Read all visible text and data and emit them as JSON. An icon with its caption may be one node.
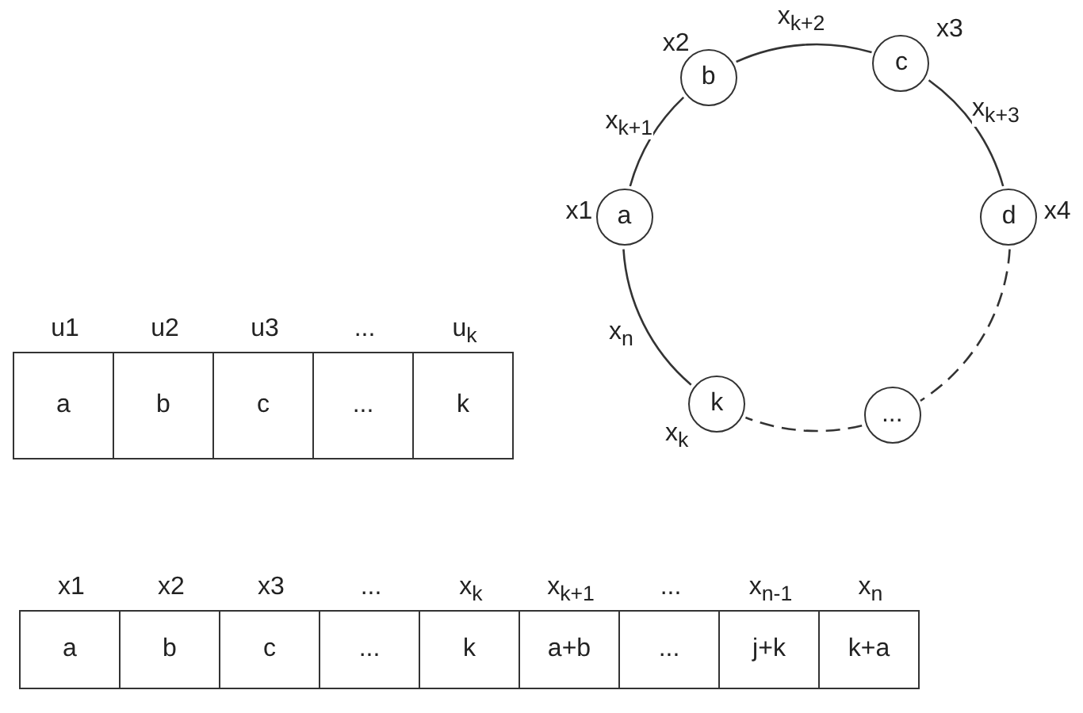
{
  "diagram": {
    "nodes": [
      {
        "text": [
          "b"
        ],
        "beside": [
          "x2"
        ]
      },
      {
        "text": [
          "c"
        ],
        "beside": [
          "x3"
        ]
      },
      {
        "text": [
          "a"
        ],
        "beside": [
          "x1"
        ]
      },
      {
        "text": [
          "d"
        ],
        "beside": [
          "x4"
        ]
      },
      {
        "text": [
          "..."
        ]
      },
      {
        "text": [
          "k"
        ],
        "beside": [
          "x$_{k}$"
        ]
      },
      {
        "text": [
          "a"
        ],
        "beside": [
          "u1"
        ]
      },
      {
        "text": [
          "b"
        ],
        "beside": [
          "u2"
        ]
      },
      {
        "text": [
          "c"
        ],
        "beside": [
          "u3"
        ]
      },
      {
        "text": [
          "..."
        ],
        "beside": [
          "..."
        ]
      },
      {
        "text": [
          "k"
        ],
        "beside": [
          "u$_{k}$"
        ]
      },
      {
        "text": [
          "a"
        ],
        "beside": [
          "x1"
        ]
      },
      {
        "text": [
          "b"
        ],
        "beside": [
          "x2"
        ]
      },
      {
        "text": [
          "c"
        ],
        "beside": [
          "x3"
        ]
      },
      {
        "text": [
          "..."
        ],
        "beside": [
          "..."
        ]
      },
      {
        "text": [
          "k"
        ],
        "beside": [
          "x$_{k}$"
        ]
      },
      {
        "text": [
          "a+b"
        ],
        "beside": [
          "x$_{k+1}$"
        ]
      },
      {
        "text": [
          "..."
        ],
        "beside": [
          "..."
        ]
      },
      {
        "text": [
          "j+k"
        ],
        "beside": [
          "x$_{n-1}$"
        ]
      },
      {
        "text": [
          "k+a"
        ],
        "beside": [
          "x$_{n}$"
        ]
      }
    ],
    "edges": [
      {
        "from": 2,
        "to": 0,
        "arrow": "none",
        "label": "x$_{k+1}$"
      },
      {
        "from": 0,
        "to": 1,
        "arrow": "none",
        "label": "x$_{k+2}$"
      },
      {
        "from": 1,
        "to": 3,
        "arrow": "none",
        "label": "x$_{k+3}$"
      },
      {
        "from": 3,
        "to": 4,
        "arrow": "none",
        "style": "dashed"
      },
      {
        "from": 4,
        "to": 5,
        "arrow": "none",
        "style": "dashed"
      },
      {
        "from": 5,
        "to": 2,
        "arrow": "none",
        "label": "x$_{n}$"
      }
    ]
  }
}
